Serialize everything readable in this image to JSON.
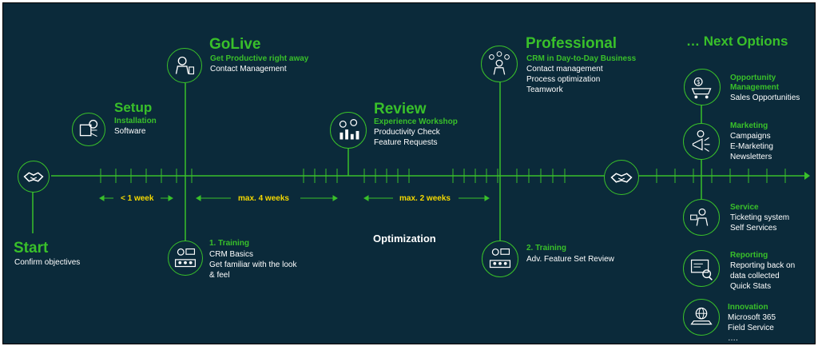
{
  "colors": {
    "background": "#0b2a3a",
    "accent": "#39c02a",
    "text": "#ffffff",
    "duration": "#f4d800"
  },
  "milestones": {
    "start": {
      "title": "Start",
      "lines": [
        "Confirm objectives"
      ],
      "icon": "handshake-icon"
    },
    "setup": {
      "title": "Setup",
      "subtitle": "Installation",
      "lines": [
        "Software"
      ],
      "icon": "software-installation-icon"
    },
    "golive": {
      "title": "GoLive",
      "subtitle": "Get Productive right away",
      "lines": [
        "Contact Management"
      ],
      "icon": "presenter-icon"
    },
    "review": {
      "title": "Review",
      "subtitle": "Experience Workshop",
      "lines": [
        "Productivity Check",
        "Feature Requests"
      ],
      "icon": "review-chart-icon"
    },
    "professional": {
      "title": "Professional",
      "subtitle": "CRM in Day-to-Day Business",
      "lines": [
        "Contact management",
        "Process optimization",
        "Teamwork"
      ],
      "icon": "juggling-person-icon"
    },
    "training1": {
      "subtitle": "1. Training",
      "lines": [
        "CRM Basics",
        "Get familiar with the look",
        "& feel"
      ],
      "icon": "classroom-icon"
    },
    "training2": {
      "subtitle": "2. Training",
      "lines": [
        "Adv. Feature Set Review"
      ],
      "icon": "classroom-icon"
    },
    "end": {
      "icon": "handshake-icon"
    }
  },
  "durations": [
    "< 1 week",
    "max. 4 weeks",
    "max. 2 weeks"
  ],
  "phase_label": "Optimization",
  "next_options": {
    "title": "… Next Options",
    "items": [
      {
        "subtitle": "Opportunity Management",
        "sub_lines": [
          "Opportunity",
          "Management"
        ],
        "lines": [
          "Sales Opportunities"
        ],
        "icon": "money-cart-icon"
      },
      {
        "subtitle": "Marketing",
        "lines": [
          "Campaigns",
          "E-Marketing",
          "Newsletters"
        ],
        "icon": "megaphone-icon"
      },
      {
        "subtitle": "Service",
        "lines": [
          "Ticketing system",
          "Self Services"
        ],
        "icon": "service-desk-icon"
      },
      {
        "subtitle": "Reporting",
        "lines": [
          "Reporting back on",
          "data collected",
          "Quick Stats"
        ],
        "icon": "report-magnifier-icon"
      },
      {
        "subtitle": "Innovation",
        "lines": [
          "Microsoft 365",
          "Field Service",
          "…."
        ],
        "icon": "globe-laptop-icon"
      }
    ]
  }
}
